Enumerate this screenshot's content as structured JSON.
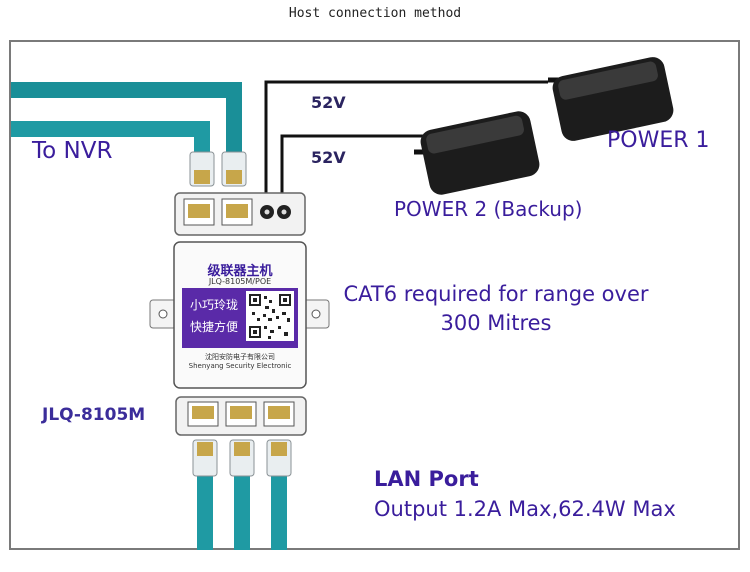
{
  "title": "Host connection method",
  "labels": {
    "to_nvr": "To NVR",
    "power1": "POWER 1",
    "power2": "POWER 2 (Backup)",
    "cat6": "CAT6 required for range over 300 Mitres",
    "model": "JLQ-8105M",
    "lan_port": "LAN Port",
    "output": "Output 1.2A Max,62.4W Max"
  },
  "voltages": {
    "v1": "52V",
    "v2": "52V"
  },
  "device": {
    "name_cn": "级联器主机",
    "model_code": "JLQ-8105M/POE",
    "slogan_line1": "小巧玲珑",
    "slogan_line2": "快捷方便",
    "company_cn": "沈阳安防电子有限公司",
    "company_en": "Shenyang Security Electronic"
  },
  "colors": {
    "label_text": "#3a1d9c",
    "cable_teal": "#1f9aa3",
    "device_panel": "#5a2aa8"
  }
}
